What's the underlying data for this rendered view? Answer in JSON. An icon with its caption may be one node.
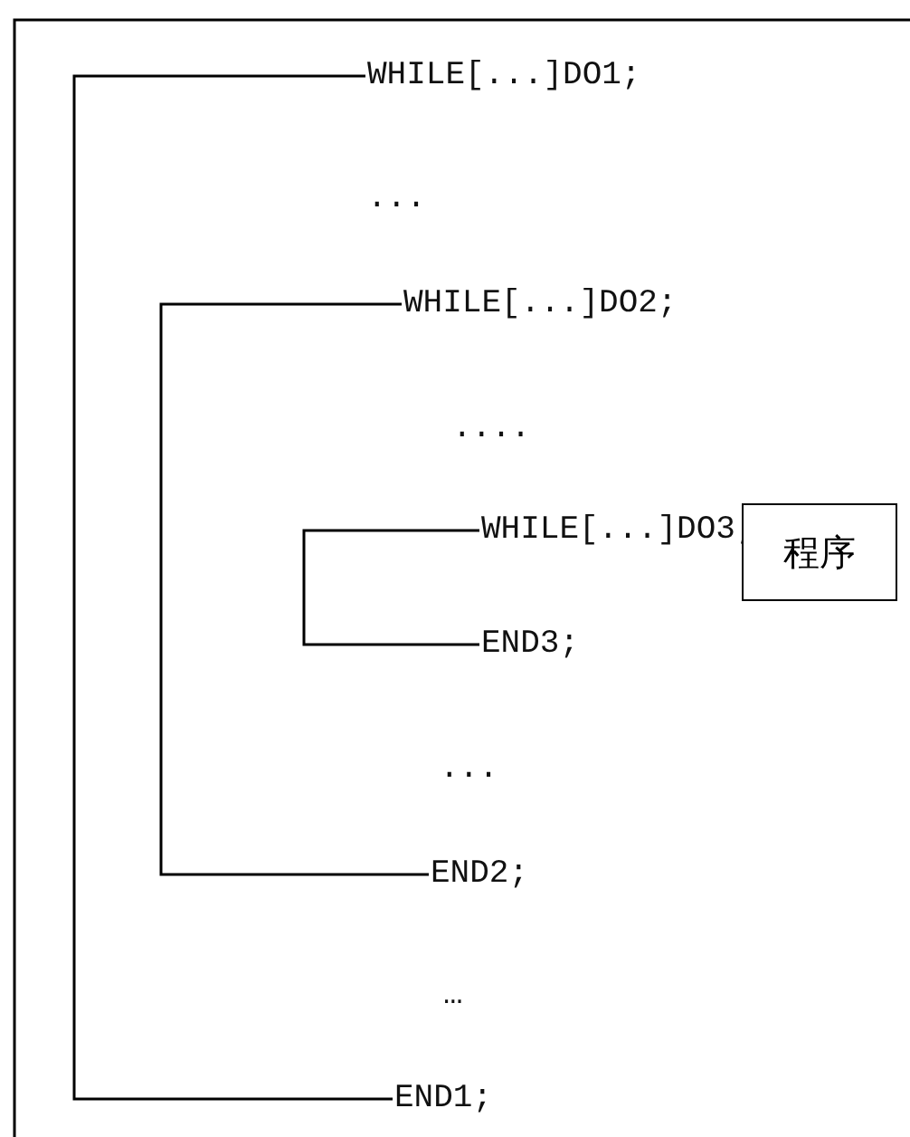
{
  "diagram": {
    "nodes": [
      {
        "text": [
          "WHILE[...]DO1;"
        ]
      },
      {
        "text": [
          "WHILE[...]DO2;"
        ]
      },
      {
        "text": [
          "WHILE[...]DO3;"
        ]
      },
      {
        "text": [
          "程序"
        ]
      },
      {
        "text": [
          "END3;"
        ]
      },
      {
        "text": [
          "END2;"
        ]
      },
      {
        "text": [
          "END1;"
        ]
      }
    ],
    "edges": [
      {
        "from": 0,
        "to": 6,
        "arrow": "none"
      },
      {
        "from": 1,
        "to": 5,
        "arrow": "none"
      },
      {
        "from": 2,
        "to": 4,
        "arrow": "none"
      }
    ],
    "labels": [
      "...",
      "....",
      "...",
      "…"
    ]
  }
}
